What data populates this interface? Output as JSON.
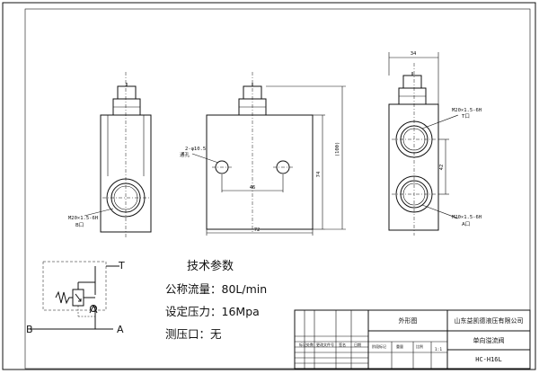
{
  "dimensions": {
    "side_width": "34",
    "front_width": "72",
    "front_hole_spacing": "46",
    "front_height": "74",
    "front_total_height": "(100)",
    "side_port_spacing": "42",
    "pilot_holes": "2-φ10.5",
    "pilot_holes_note": "通孔"
  },
  "ports": {
    "left_b_thread": "M20×1.5-6H",
    "left_b_label": "B口",
    "right_t_thread": "M20×1.5-6H",
    "right_t_label": "T口",
    "right_a_thread": "M20×1.5-6H",
    "right_a_label": "A口"
  },
  "tech_params": {
    "heading": "技术参数",
    "flow": "公称流量：80L/min",
    "pressure": "设定压力：16Mpa",
    "gauge_port": "测压口：无"
  },
  "schematic": {
    "port_t": "T",
    "port_b": "B",
    "port_a": "A"
  },
  "title_block": {
    "drawing_type": "外形图",
    "company": "山东益凯德液压有限公司",
    "part_name": "单向溢流阀",
    "drawing_no": "HC-H16L",
    "ratio": "1:1",
    "col_mark": "标记",
    "col_count": "处数",
    "col_change": "更改文件号",
    "col_sign": "签名",
    "col_date": "日期",
    "col_stage": "阶段标记",
    "col_weight": "重量",
    "col_scale": "比例"
  }
}
